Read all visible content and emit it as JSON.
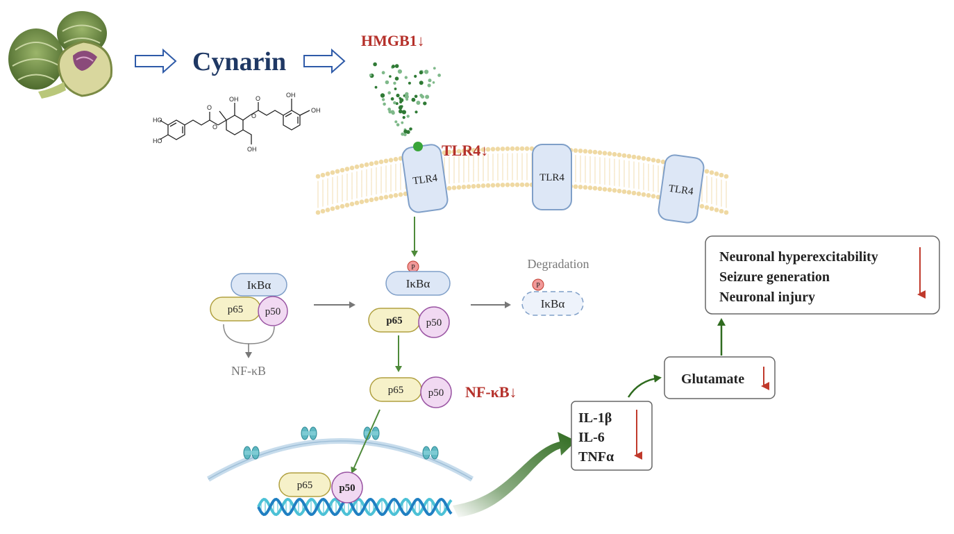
{
  "compound": {
    "name": "Cynarin"
  },
  "markers": {
    "hmgb1": "HMGB1↓",
    "tlr4_status": "TLR4↓",
    "nfkb_status": "NF-κB↓"
  },
  "membrane": {
    "receptor_label": "TLR4"
  },
  "complex": {
    "ikba": "IκBα",
    "p65": "p65",
    "p50": "p50",
    "phospho": "P",
    "nfkb": "NF-κB",
    "degradation": "Degradation"
  },
  "chemical_labels": {
    "oh": "OH",
    "ho": "HO",
    "o": "O"
  },
  "cytokines": {
    "items": [
      "IL-1β",
      "IL-6",
      "TNFα"
    ]
  },
  "glutamate": {
    "label": "Glutamate"
  },
  "outcomes": {
    "items": [
      "Neuronal hyperexcitability",
      "Seizure generation",
      "Neuronal injury"
    ]
  },
  "colors": {
    "title_blue": "#1f3864",
    "down_red": "#b5302a",
    "arrow_green": "#4e8a3a",
    "dark_green": "#2f6b1f",
    "receptor_fill": "#dde7f6",
    "receptor_stroke": "#7f9fc8",
    "p65_fill": "#f6f1c9",
    "p65_stroke": "#b0a040",
    "p50_fill": "#f1d9f2",
    "p50_stroke": "#9a55a3",
    "membrane_bead": "#efd9a3",
    "dna_blue": "#1f7fc2",
    "dna_cyan": "#4cc1d6"
  },
  "icons": [
    "artichoke-icon",
    "hollow-arrow-icon",
    "chemical-structure-icon",
    "dna-helix-icon",
    "nuclear-pore-icon",
    "down-arrow-icon"
  ]
}
